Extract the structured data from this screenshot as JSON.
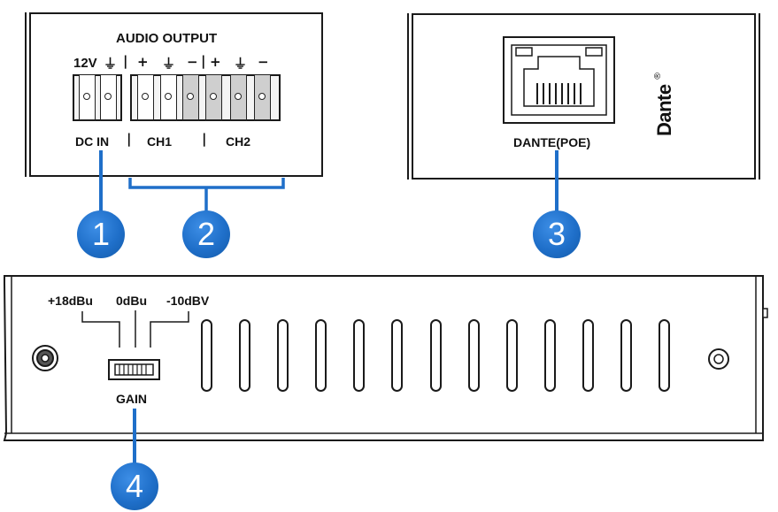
{
  "audio_output": {
    "heading": "AUDIO OUTPUT",
    "top_labels": [
      "12V",
      "⏚",
      "|",
      "+",
      "⏚",
      "−",
      "|",
      "+",
      "⏚",
      "−"
    ],
    "bottom_labels": {
      "dc_in": "DC IN",
      "ch1": "CH1",
      "ch2": "CH2",
      "sep": "|"
    }
  },
  "dante": {
    "port_label": "DANTE(POE)",
    "logo_text": "Dante",
    "logo_mark": "®"
  },
  "gain": {
    "levels": [
      "+18dBu",
      "0dBu",
      "-10dBV"
    ],
    "label": "GAIN"
  },
  "callouts": [
    "1",
    "2",
    "3",
    "4"
  ],
  "colors": {
    "callout_blue": "#1f6fc9",
    "outline": "#1a1a1a"
  }
}
